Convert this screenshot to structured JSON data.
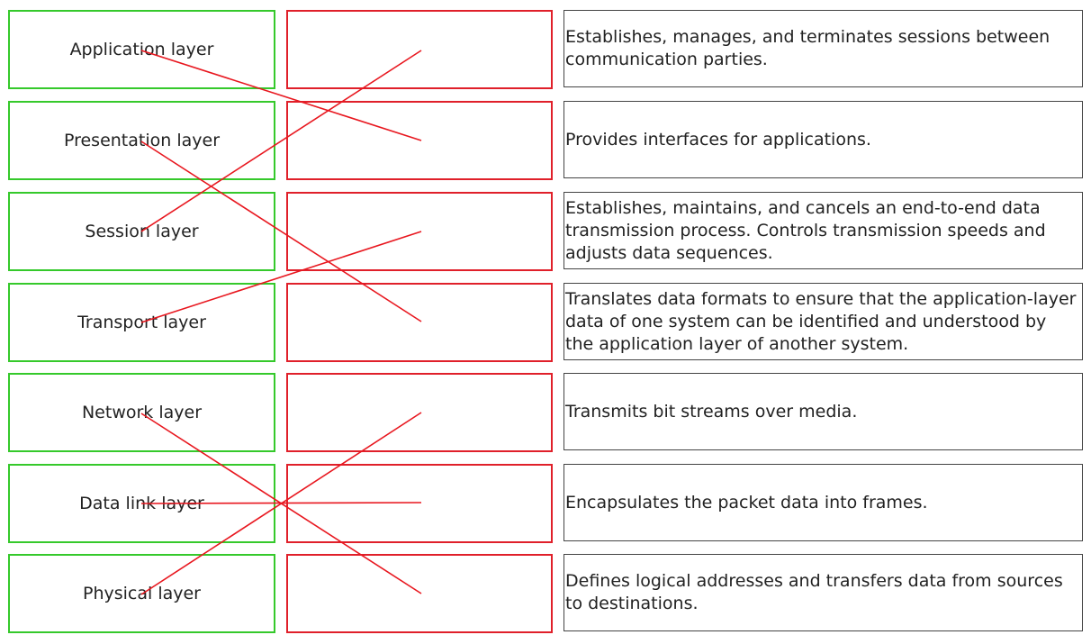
{
  "layers": [
    "Application layer",
    "Presentation layer",
    "Session layer",
    "Transport layer",
    "Network layer",
    "Data link layer",
    "Physical layer"
  ],
  "descriptions": [
    "Establishes, manages, and terminates sessions between communication parties.",
    "Provides interfaces for applications.",
    "Establishes, maintains, and cancels an end-to-end data transmission process. Controls transmission speeds and adjusts data sequences.",
    "Translates data formats to ensure that the application-layer data of one system can be identified and understood by the application layer of another system.",
    "Transmits bit streams over media.",
    "Encapsulates the packet data into frames.",
    "Defines logical addresses and transfers data from sources to destinations."
  ],
  "connections": [
    {
      "from": 0,
      "to": 1
    },
    {
      "from": 1,
      "to": 3
    },
    {
      "from": 2,
      "to": 0
    },
    {
      "from": 3,
      "to": 2
    },
    {
      "from": 4,
      "to": 6
    },
    {
      "from": 5,
      "to": 5
    },
    {
      "from": 6,
      "to": 4
    }
  ],
  "colors": {
    "layer_border": "#35c92b",
    "slot_border": "#e0202a",
    "line": "#e8171f"
  }
}
